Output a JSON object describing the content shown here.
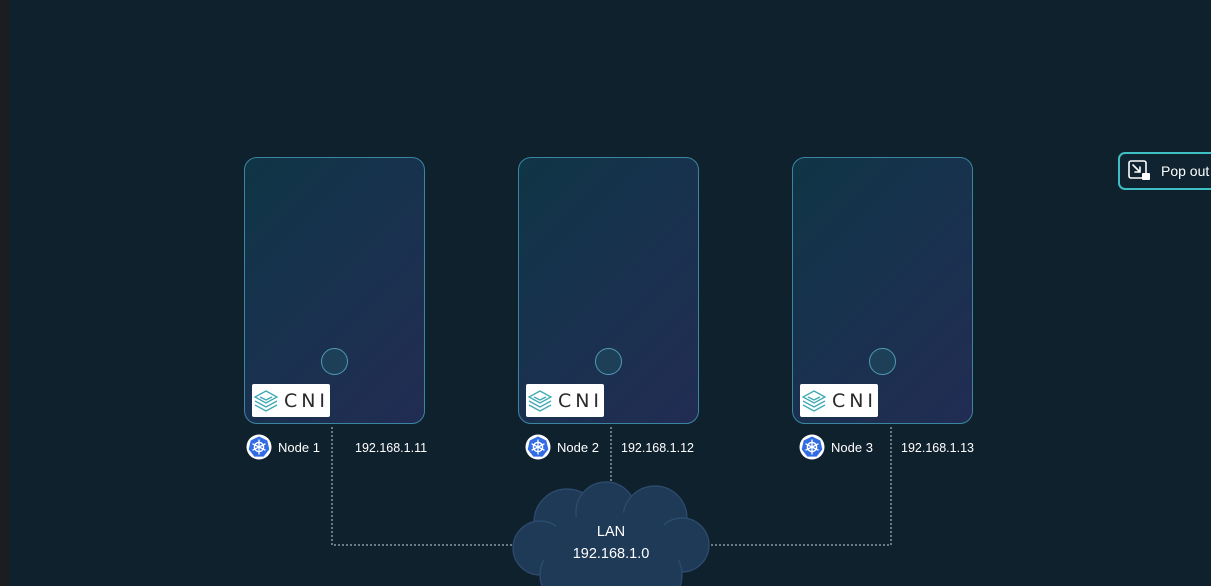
{
  "nodes": [
    {
      "name": "Node 1",
      "ip": "192.168.1.11",
      "badge": "CNI"
    },
    {
      "name": "Node 2",
      "ip": "192.168.1.12",
      "badge": "CNI"
    },
    {
      "name": "Node 3",
      "ip": "192.168.1.13",
      "badge": "CNI"
    }
  ],
  "network": {
    "name": "LAN",
    "subnet": "192.168.1.0"
  },
  "popout": {
    "label": "Pop out",
    "icon": "pop-out-icon"
  },
  "icons": {
    "node": "kubernetes-icon",
    "badge": "cni-logo-icon"
  },
  "colors": {
    "background": "#10212e",
    "card_border": "#3a86a0",
    "cloud_fill": "#1f3a57",
    "cloud_stroke": "#2e4d70",
    "accent": "#3fbfc4",
    "kubernetes_blue": "#326ce5"
  }
}
